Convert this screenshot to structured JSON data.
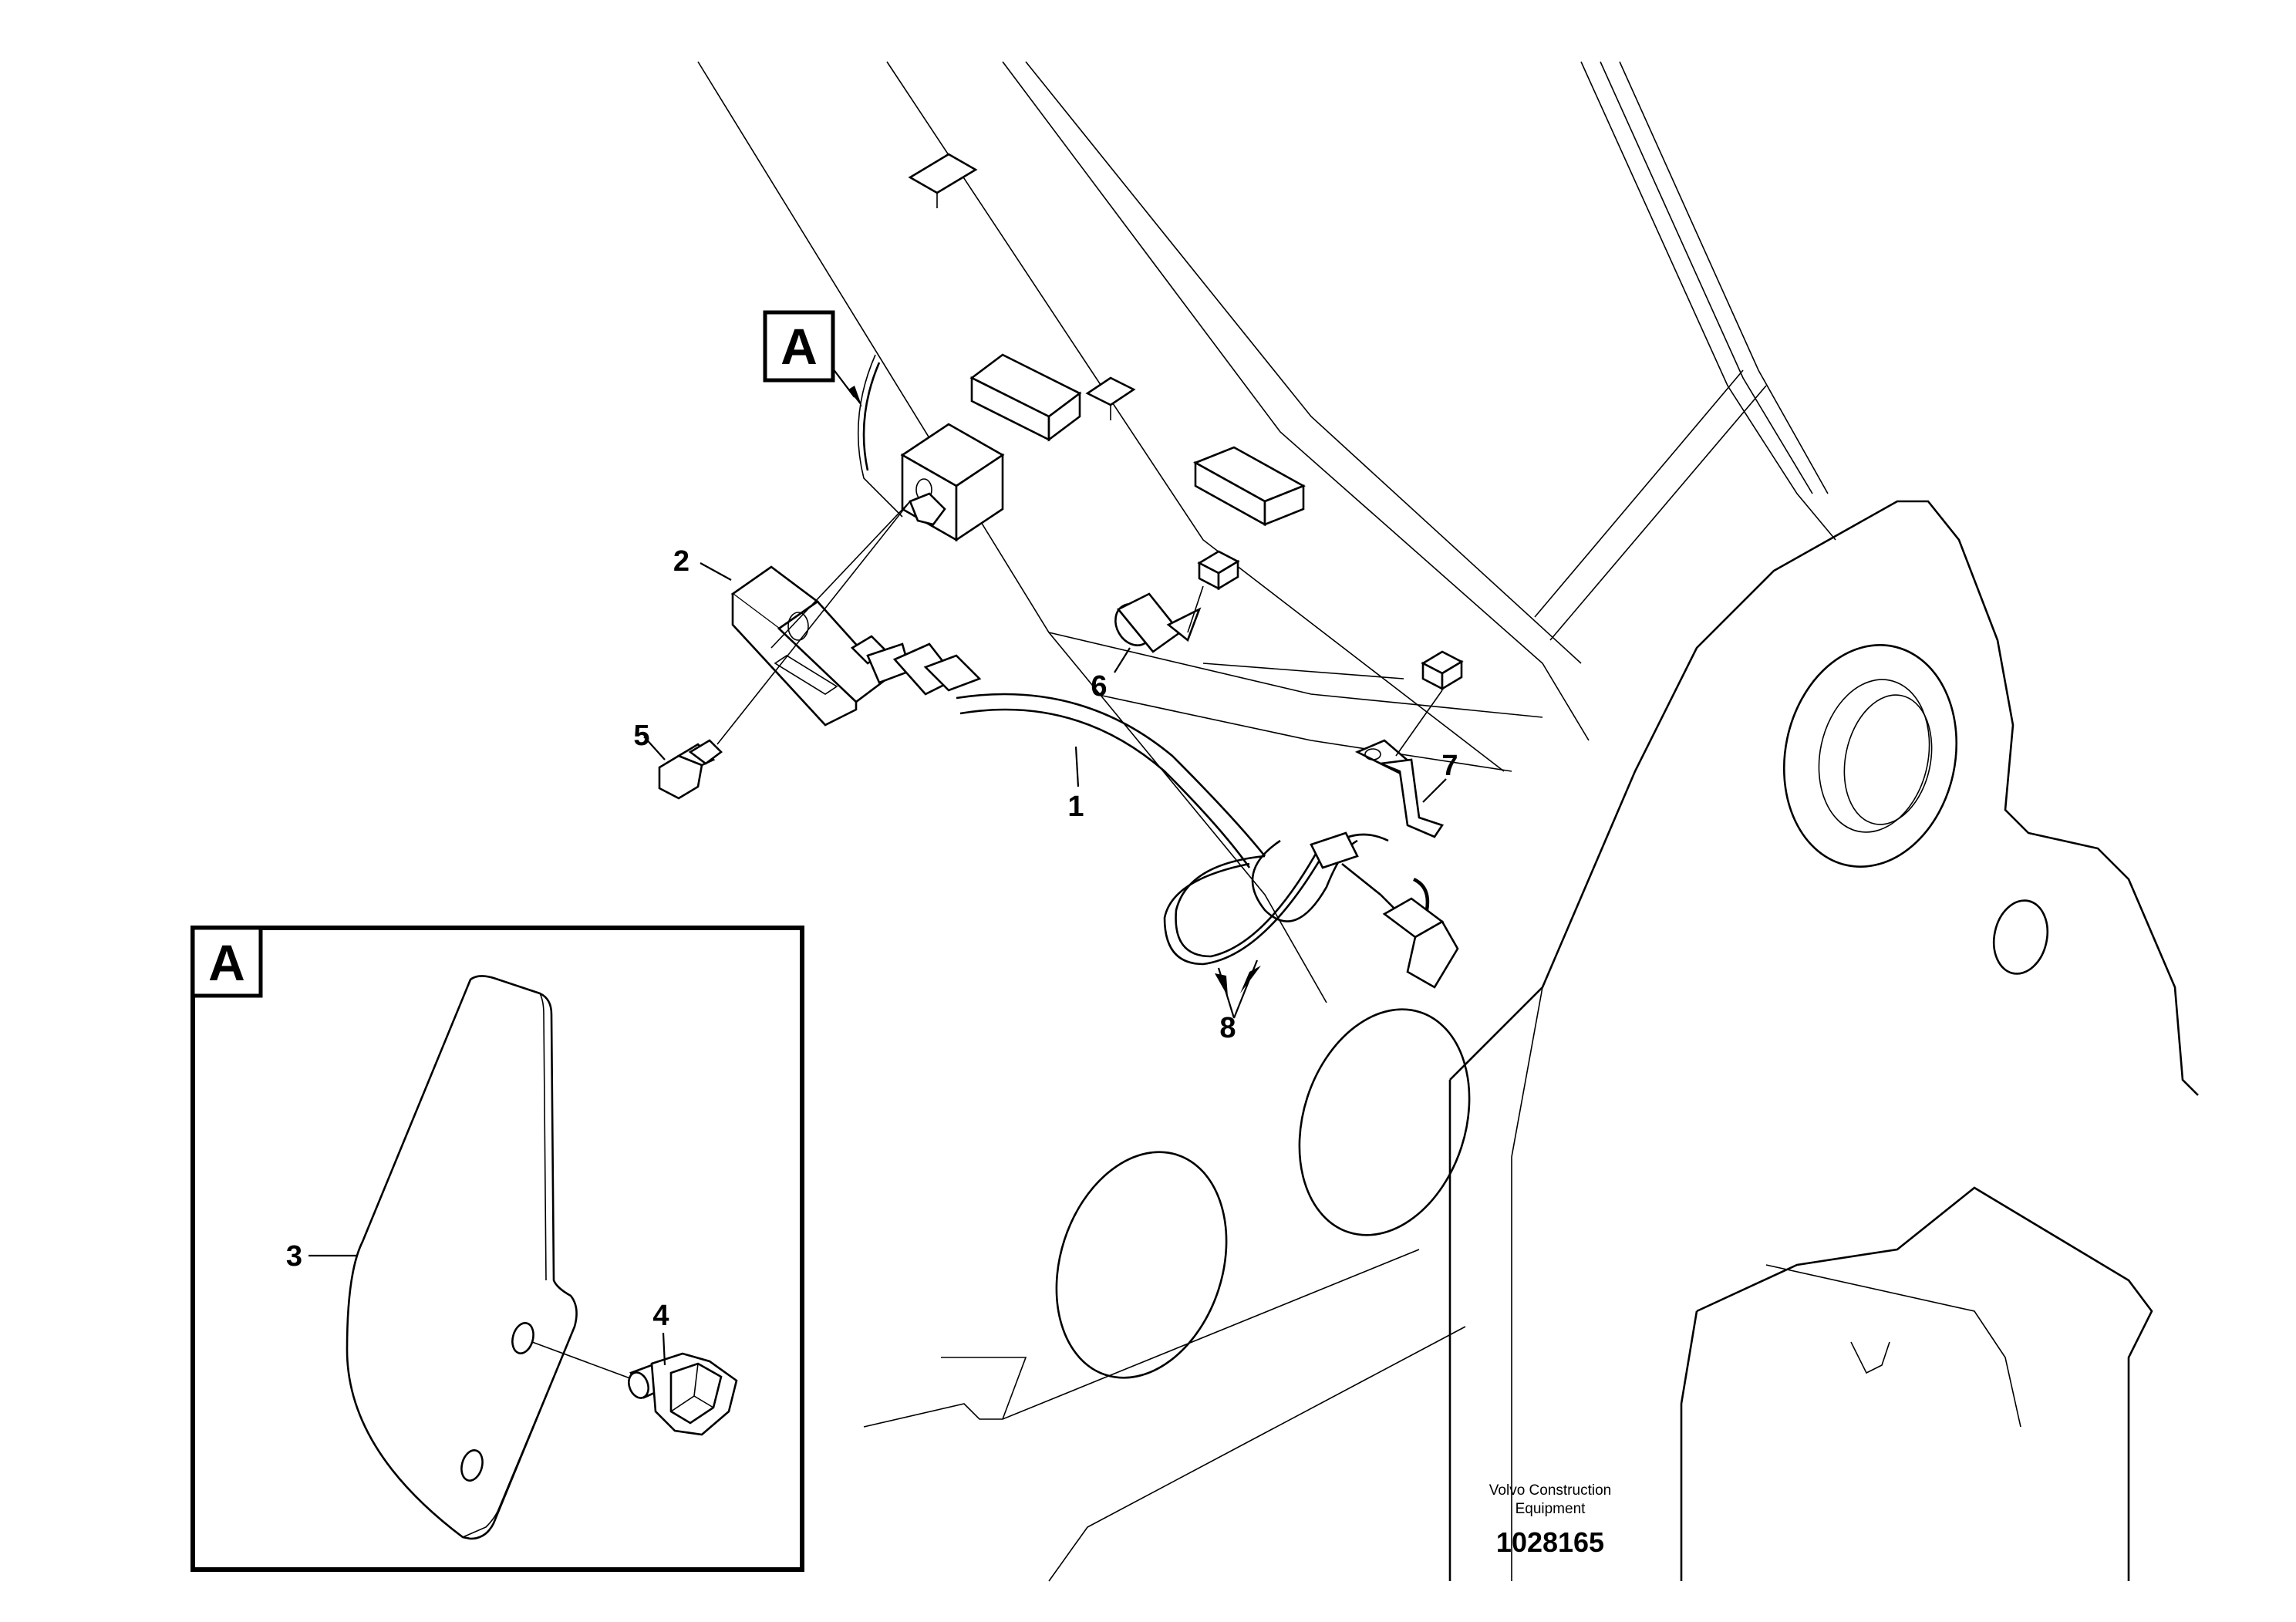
{
  "callouts": {
    "c1": "1",
    "c2": "2",
    "c3": "3",
    "c4": "4",
    "c5": "5",
    "c6": "6",
    "c7": "7",
    "c8": "8"
  },
  "view_marker": "A",
  "detail_label": "A",
  "footer": {
    "company_line1": "Volvo Construction",
    "company_line2": "Equipment",
    "drawing_number": "1028165"
  },
  "colors": {
    "line": "#000000",
    "background": "#ffffff"
  }
}
